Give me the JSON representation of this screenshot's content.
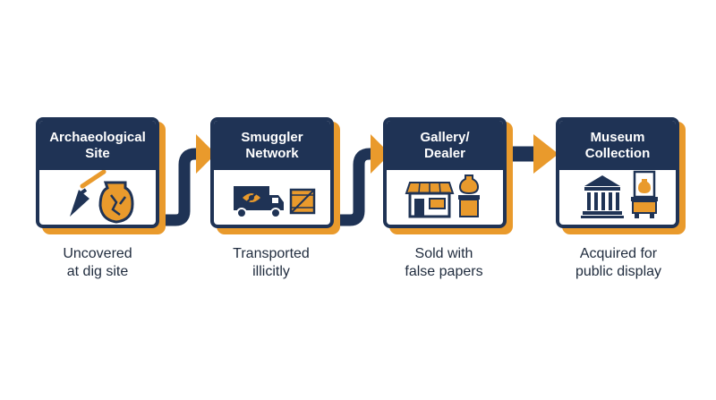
{
  "colors": {
    "navy": "#1f3355",
    "orange": "#e99a2c",
    "text": "#1f2b3d"
  },
  "steps": [
    {
      "title_line1": "Archaeological",
      "title_line2": "Site",
      "caption_line1": "Uncovered",
      "caption_line2": "at dig site",
      "icons": [
        "trowel-icon",
        "broken-vase-icon"
      ]
    },
    {
      "title_line1": "Smuggler",
      "title_line2": "Network",
      "caption_line1": "Transported",
      "caption_line2": "illicitly",
      "icons": [
        "truck-icon",
        "hidden-eye-icon",
        "wooden-crate-icon"
      ]
    },
    {
      "title_line1": "Gallery/",
      "title_line2": "Dealer",
      "caption_line1": "Sold with",
      "caption_line2": "false papers",
      "icons": [
        "shop-storefront-icon",
        "vase-on-pedestal-icon"
      ]
    },
    {
      "title_line1": "Museum",
      "title_line2": "Collection",
      "caption_line1": "Acquired for",
      "caption_line2": "public display",
      "icons": [
        "museum-building-icon",
        "display-case-icon"
      ]
    }
  ]
}
